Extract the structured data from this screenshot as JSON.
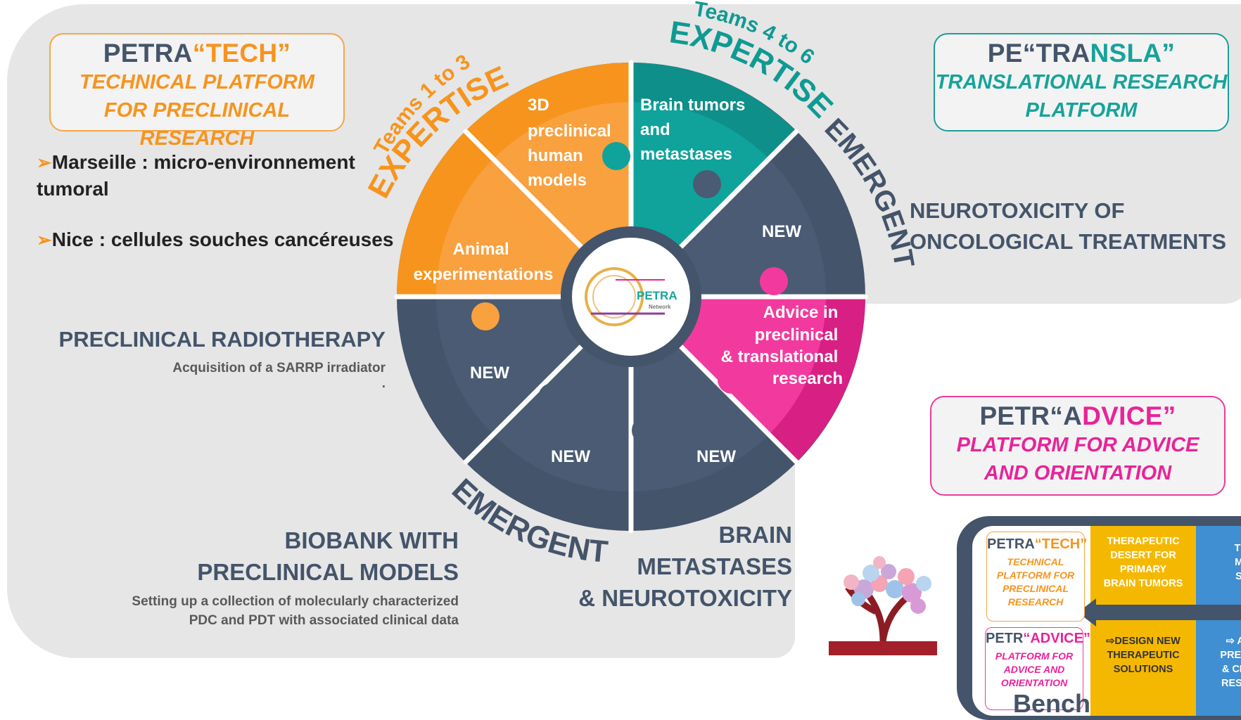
{
  "colors": {
    "orange": "#f7941d",
    "teal": "#0f9a93",
    "pink": "#e8239a",
    "navy": "#44546a",
    "grey_panel": "#e6e6e6"
  },
  "tech_box": {
    "title_a": "PETRA",
    "title_b": "“TECH”",
    "sub1": "TECHNICAL PLATFORM",
    "sub2": "FOR PRECLINICAL RESEARCH"
  },
  "transla_box": {
    "title_a": "PE",
    "title_b": "“TRA",
    "title_c": "NSLA”",
    "sub1": "TRANSLATIONAL RESEARCH",
    "sub2": "PLATFORM"
  },
  "advice_box": {
    "title_a": "PETR",
    "title_b": "“A",
    "title_c": "DVICE”",
    "sub1": "PLATFORM FOR ADVICE",
    "sub2": "AND ORIENTATION"
  },
  "bullets": [
    {
      "arrow": "➢",
      "text_line1": "Marseille : micro-environnement",
      "text_line2": "tumoral"
    },
    {
      "arrow": "➢",
      "text_line1": "Nice : cellules souches cancéreuses"
    }
  ],
  "ring_labels": {
    "teams_1_3": "Teams 1 to 3",
    "expertise_left": "EXPERTISE",
    "teams_4_6": "Teams 4 to 6",
    "expertise_right": "EXPERTISE",
    "emergent_right": "EMERGENT",
    "emergent_bottom": "EMERGENT"
  },
  "puzzle": {
    "piece_3d": [
      "3D",
      "preclinical",
      "human",
      "models"
    ],
    "piece_animal": [
      "Animal",
      "experimentations"
    ],
    "piece_brain": [
      "Brain tumors",
      "and",
      "metastases"
    ],
    "piece_new_right": "NEW",
    "piece_advice": [
      "Advice in",
      "preclinical",
      "& translational",
      "research"
    ],
    "piece_new_left": "NEW",
    "piece_new_bottom_left": "NEW",
    "piece_new_bottom_right": "NEW",
    "center_logo": "PETRA",
    "center_logo_sub": "Network"
  },
  "side_labels": {
    "neurotox_1": "NEUROTOXICITY OF",
    "neurotox_2": "ONCOLOGICAL TREATMENTS",
    "radio_title": "PRECLINICAL RADIOTHERAPY",
    "radio_sub": "Acquisition of a SARRP irradiator",
    "radio_dot": ".",
    "biobank_1": "BIOBANK WITH",
    "biobank_2": "PRECLINICAL MODELS",
    "biobank_sub1": "Setting up a collection of molecularly characterized",
    "biobank_sub2": "PDC and PDT with associated clinical data",
    "brain_1": "BRAIN",
    "brain_2": "METASTASES",
    "brain_3": "& NEUROTOXICITY"
  },
  "bench": {
    "tech_title_a": "PETRA",
    "tech_title_b": "“TECH”",
    "tech_sub": [
      "TECHNICAL",
      "PLATFORM FOR",
      "PRECLINICAL",
      "RESEARCH"
    ],
    "advice_title_a": "PETR",
    "advice_title_b": "“ADVICE”",
    "advice_sub": [
      "PLATFORM FOR",
      "ADVICE AND",
      "ORIENTATION"
    ],
    "yellow_top": [
      "THERAPEUTIC",
      "DESERT FOR",
      "PRIMARY",
      "BRAIN TUMORS"
    ],
    "yellow_bottom": [
      "⇨DESIGN NEW",
      "THERAPEUTIC",
      "SOLUTIONS"
    ],
    "blue_top": [
      "TI",
      "M",
      "S"
    ],
    "blue_bottom": [
      "⇨ AD",
      "PRECLI",
      "& CLIN",
      "RESEA"
    ],
    "bench_word": "Bench"
  }
}
